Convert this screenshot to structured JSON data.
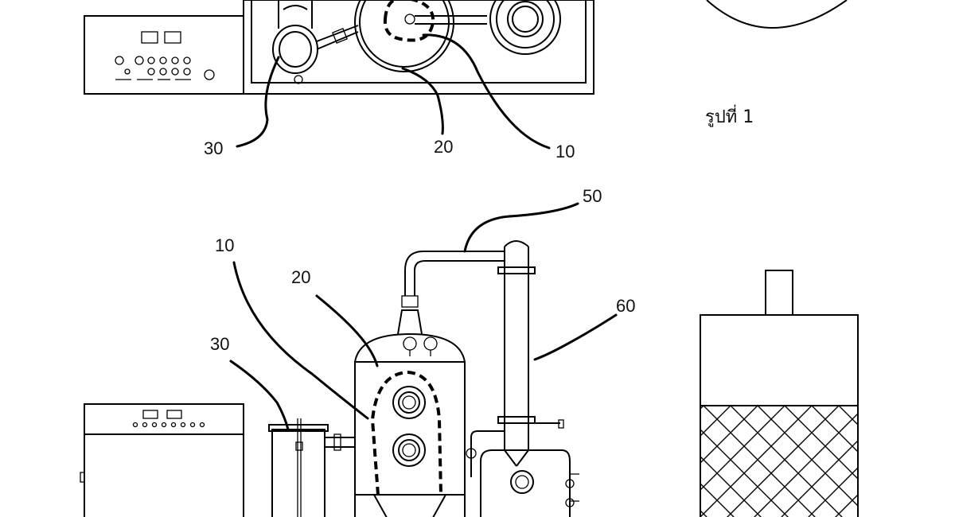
{
  "figure": {
    "caption": "รูปที่ 1",
    "top_view_labels": {
      "a": "30",
      "b": "20",
      "c": "10"
    },
    "front_view_labels": {
      "a": "50",
      "b": "10",
      "c": "20",
      "d": "60",
      "e": "30"
    }
  }
}
